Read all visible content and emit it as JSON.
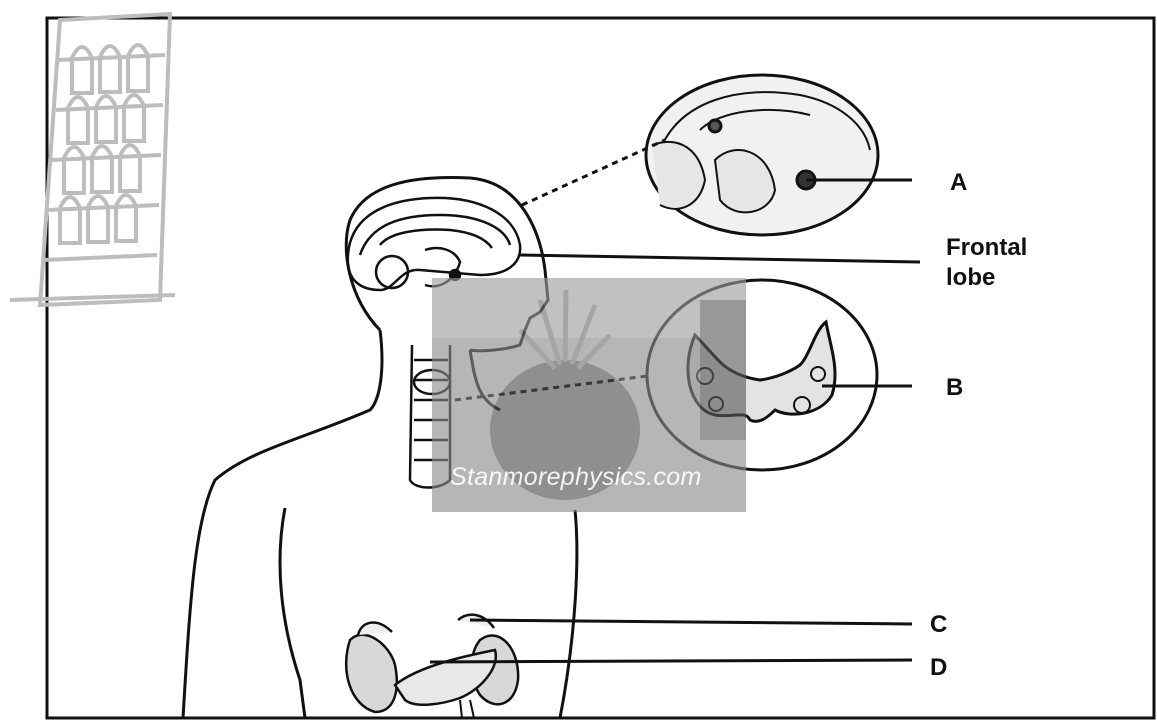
{
  "diagram": {
    "labels": {
      "a": "A",
      "frontal_lobe": "Frontal\nlobe",
      "b": "B",
      "c": "C",
      "d": "D"
    },
    "watermark": "Stanmorephysics.com",
    "colors": {
      "line": "#111111",
      "logo": "#bdbdbd",
      "photo_overlay": "#8a8a8a"
    }
  }
}
